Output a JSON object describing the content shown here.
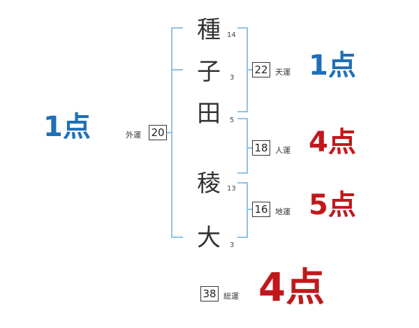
{
  "name": {
    "surname": [
      {
        "char": "種",
        "strokes": "14"
      },
      {
        "char": "子",
        "strokes": "3"
      },
      {
        "char": "田",
        "strokes": "5"
      }
    ],
    "given": [
      {
        "char": "稜",
        "strokes": "13"
      },
      {
        "char": "大",
        "strokes": "3"
      }
    ]
  },
  "fortunes": {
    "gaiun": {
      "label": "外運",
      "value": "20",
      "score": "1点"
    },
    "tenun": {
      "label": "天運",
      "value": "22",
      "score": "1点"
    },
    "jinun": {
      "label": "人運",
      "value": "18",
      "score": "4点"
    },
    "chiun": {
      "label": "地運",
      "value": "16",
      "score": "5点"
    },
    "souun": {
      "label": "総運",
      "value": "38",
      "score": "4点"
    }
  },
  "colors": {
    "bracket": "#8fc3e6",
    "blue_score": "#1f6fb5",
    "red_score": "#c0181c"
  }
}
